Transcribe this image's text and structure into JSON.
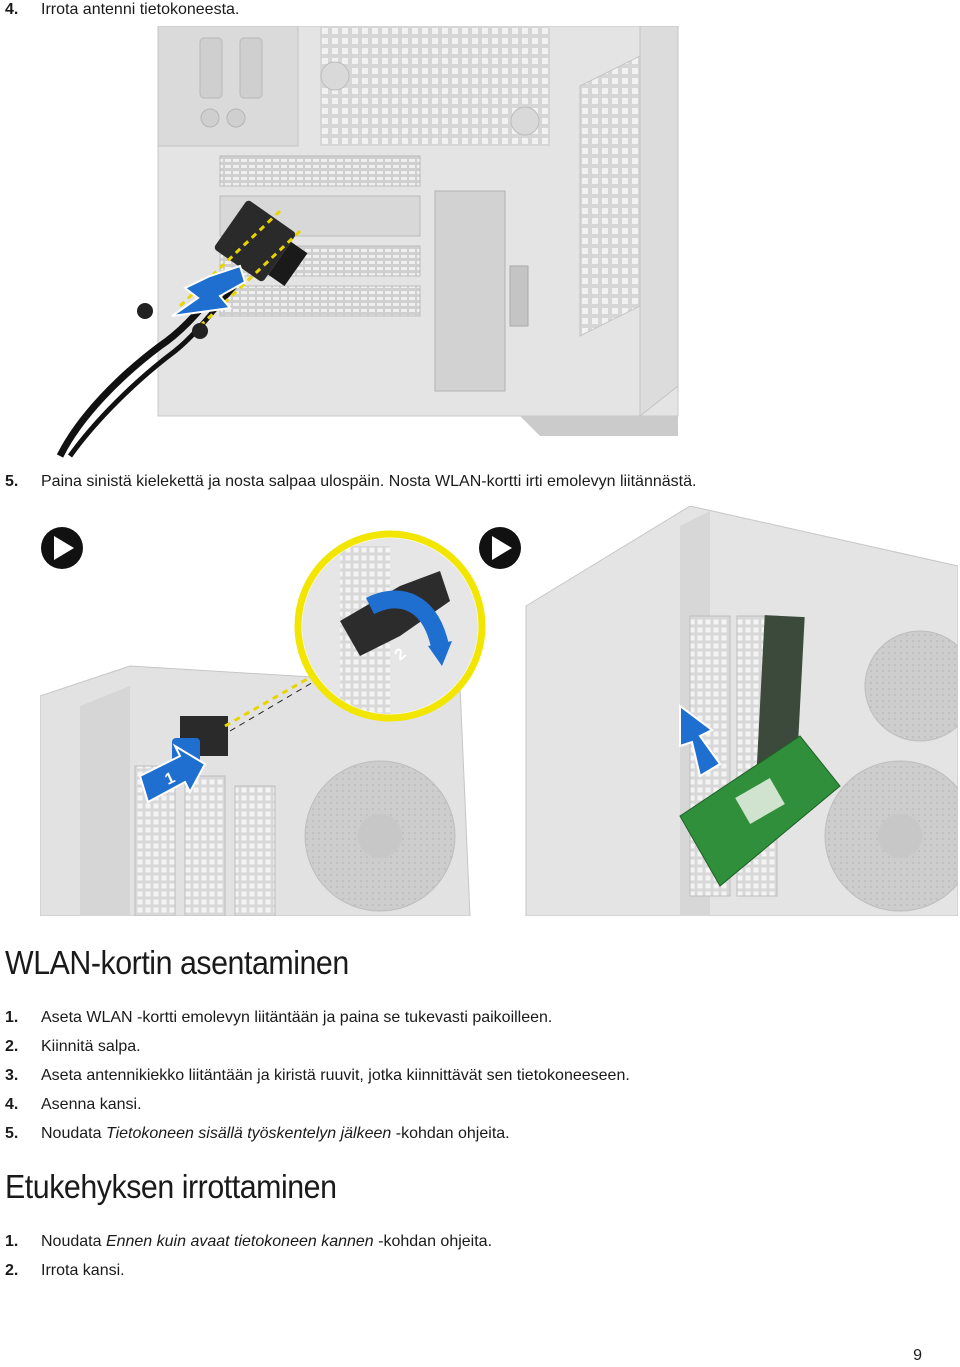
{
  "top_step": {
    "num": "4.",
    "text": "Irrota antenni tietokoneesta."
  },
  "step5": {
    "num": "5.",
    "text": "Paina sinistä kielekettä ja nosta salpaa ulospäin. Nosta WLAN-kortti irti emolevyn liitännästä."
  },
  "figure_callouts": {
    "label1": "1",
    "label2": "2"
  },
  "section1": {
    "title": "WLAN-kortin asentaminen",
    "steps": [
      {
        "num": "1.",
        "text": "Aseta WLAN -kortti emolevyn liitäntään ja paina se tukevasti paikoilleen."
      },
      {
        "num": "2.",
        "text": "Kiinnitä salpa."
      },
      {
        "num": "3.",
        "text": "Aseta antennikiekko liitäntään ja kiristä ruuvit, jotka kiinnittävät sen tietokoneeseen."
      },
      {
        "num": "4.",
        "text": "Asenna kansi."
      },
      {
        "num": "5.",
        "pre": "Noudata ",
        "italic": "Tietokoneen sisällä työskentelyn jälkeen",
        "post": " -kohdan ohjeita."
      }
    ]
  },
  "section2": {
    "title": "Etukehyksen irrottaminen",
    "steps": [
      {
        "num": "1.",
        "pre": "Noudata ",
        "italic": "Ennen kuin avaat tietokoneen kannen",
        "post": " -kohdan ohjeita."
      },
      {
        "num": "2.",
        "text": "Irrota kansi."
      }
    ]
  },
  "page_number": "9",
  "colors": {
    "blue_arrow": "#1f6fd1",
    "callout_ring": "#f2e600",
    "gray_chassis": "#d4d4d4"
  }
}
